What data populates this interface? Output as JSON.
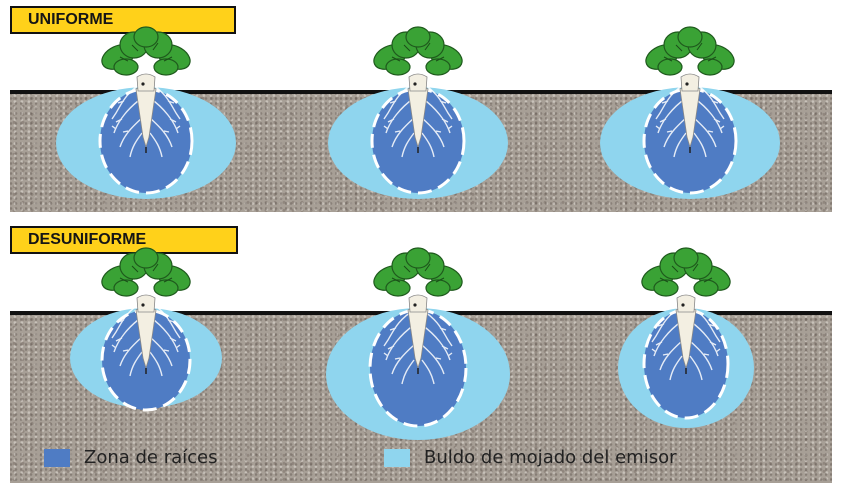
{
  "panels": {
    "uniform_label": "UNIFORME",
    "nonuniform_label": "DESUNIFORME"
  },
  "legend": {
    "root_zone": "Zona de raíces",
    "wetted_bulb": "Buldo de mojado del emisor"
  },
  "colors": {
    "root_zone": "#4f7cc4",
    "wetted_bulb": "#8fd5ee",
    "soil": "#a79f96",
    "label_bg": "#ffd11a",
    "foliage": "#3aa235"
  }
}
